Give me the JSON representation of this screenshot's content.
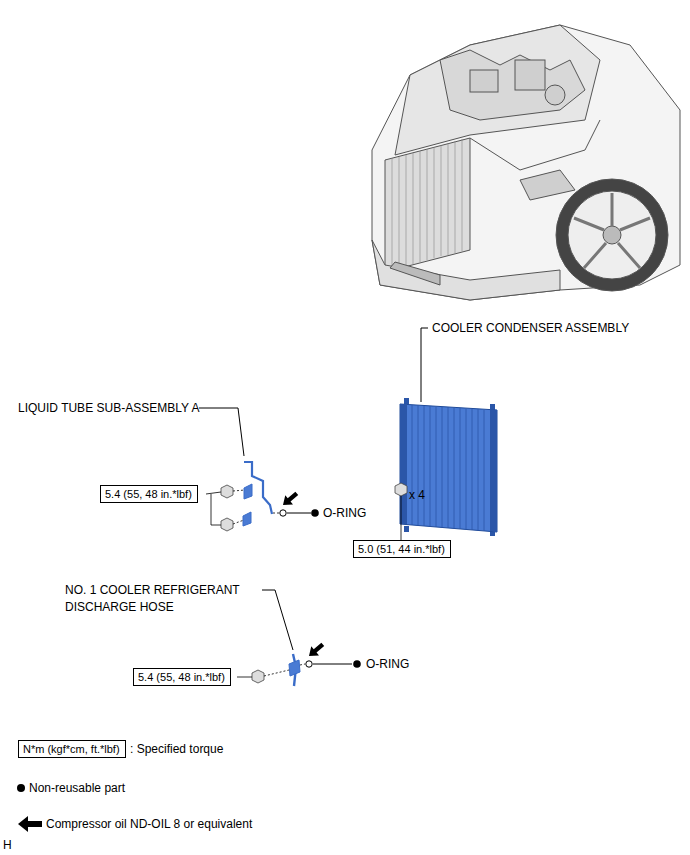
{
  "diagram": {
    "nodes": [
      {
        "text": [
          "5.4 (55, 48 in.*lbf)"
        ]
      },
      {
        "text": [
          "5.0 (51, 44 in.*lbf)"
        ]
      },
      {
        "text": [
          "5.4 (55, 48 in.*lbf)"
        ]
      },
      {
        "text": [
          "N*m (kgf*cm, ft.*lbf)"
        ]
      }
    ],
    "labels": [
      "COOLER CONDENSER ASSEMBLY",
      "LIQUID TUBE SUB-ASSEMBLY A",
      "O-RING",
      "x 4",
      "NO. 1 COOLER REFRIGERANT DISCHARGE HOSE",
      "O-RING",
      "H"
    ],
    "legend": [
      {
        "text": ": Specified torque"
      },
      {
        "text": "Non-reusable part"
      },
      {
        "text": "Compressor oil ND-OIL 8 or equivalent"
      }
    ]
  }
}
